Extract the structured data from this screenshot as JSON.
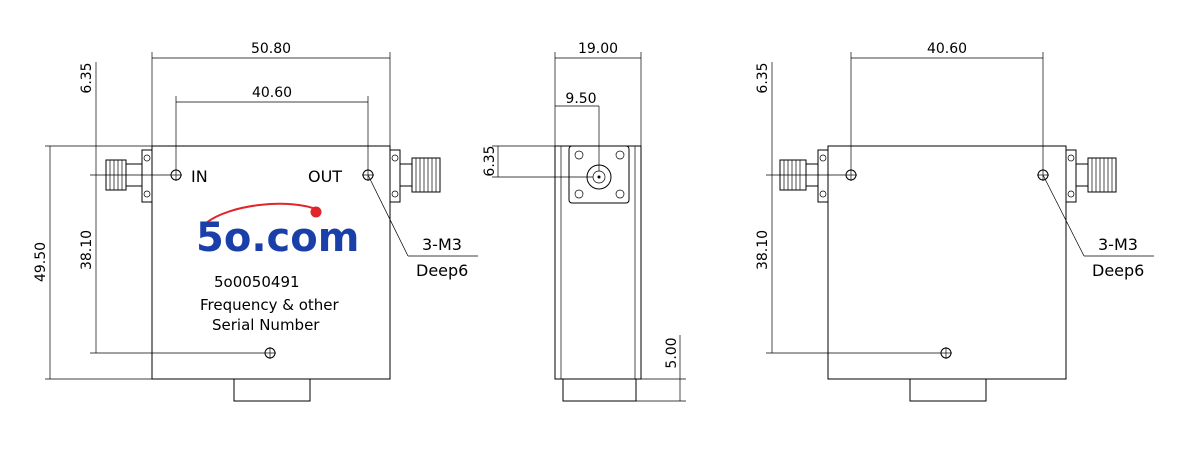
{
  "dimensions": {
    "front_overall_width": "50.80",
    "front_hole_spacing": "40.60",
    "front_top_offset": "6.35",
    "front_overall_height": "49.50",
    "front_hole_vertical": "38.10",
    "side_overall_width": "19.00",
    "side_connector_offset": "9.50",
    "side_connector_height": "6.35",
    "side_base_height": "5.00",
    "back_hole_spacing": "40.60",
    "back_top_offset": "6.35",
    "back_hole_vertical": "38.10"
  },
  "ports": {
    "input": "IN",
    "output": "OUT"
  },
  "callouts": {
    "front_holes": "3-M3",
    "front_depth": "Deep6",
    "back_holes": "3-M3",
    "back_depth": "Deep6"
  },
  "marking": {
    "logo": "5o.com",
    "part_number": "5o0050491",
    "line1": "Frequency & other",
    "line2": "Serial Number"
  },
  "colors": {
    "logo_blue": "#1a3fa8",
    "logo_red": "#e0262b",
    "line": "#000000"
  }
}
